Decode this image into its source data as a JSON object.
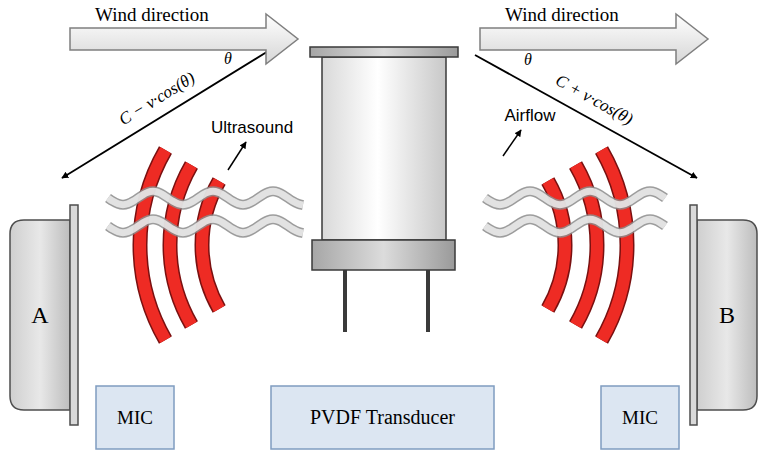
{
  "diagram": {
    "nodes": [
      {
        "text": [
          "Wind direction"
        ]
      },
      {
        "text": [
          "Wind direction"
        ]
      },
      {
        "text": [
          "A"
        ]
      },
      {
        "text": [
          "B"
        ]
      },
      {
        "text": [
          "MIC"
        ]
      },
      {
        "text": [
          "PVDF Transducer"
        ]
      },
      {
        "text": [
          "MIC"
        ]
      }
    ],
    "labels": [
      "θ",
      "C − v·cos(θ)",
      "θ",
      "C + v·cos(θ)",
      "Ultrasound",
      "Airflow"
    ]
  }
}
